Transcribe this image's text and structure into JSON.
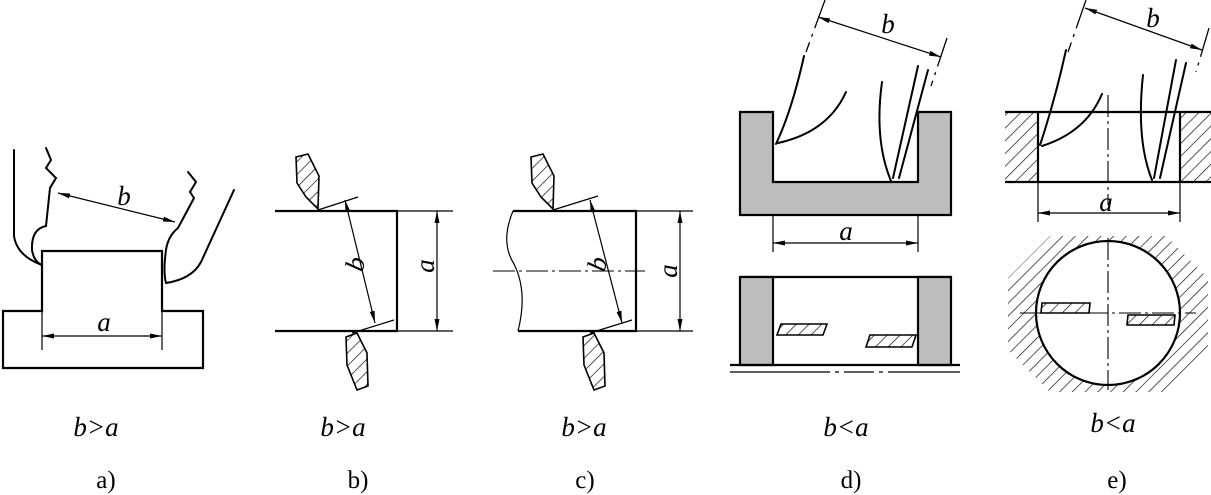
{
  "figure": {
    "panels": [
      {
        "dim_b": "b",
        "dim_a": "a",
        "relation": "b>a",
        "label": "a)"
      },
      {
        "dim_b": "b",
        "dim_a": "a",
        "relation": "b>a",
        "label": "b)"
      },
      {
        "dim_b": "b",
        "dim_a": "a",
        "relation": "b>a",
        "label": "c)"
      },
      {
        "dim_b": "b",
        "dim_a": "a",
        "relation": "b<a",
        "label": "d)"
      },
      {
        "dim_b": "b",
        "dim_a": "a",
        "relation": "b<a",
        "label": "e)"
      }
    ]
  },
  "colors": {
    "line": "#000000",
    "section_fill": "#bdbdbd",
    "background": "#ffffff"
  }
}
